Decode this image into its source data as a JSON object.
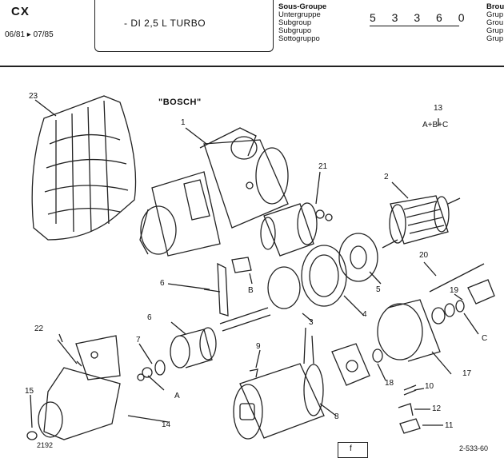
{
  "header": {
    "model": "CX",
    "dates": "06/81 ▸ 07/85",
    "engine": "- DI 2,5 L TURBO",
    "subgroup_labels": [
      "Sous-Groupe",
      "Untergruppe",
      "Subgroup",
      "Subgrupo",
      "Sottogruppo"
    ],
    "subgroup_code": "5 3 3 6 0",
    "right_labels": [
      "Brou",
      "Grup",
      "Grou",
      "Grup",
      "Grup"
    ]
  },
  "diagram": {
    "brand_label": "\"BOSCH\"",
    "part_numbers": [
      "23",
      "1",
      "13",
      "A+B+C",
      "21",
      "2",
      "6",
      "B",
      "20",
      "5",
      "19",
      "6",
      "3",
      "4",
      "C",
      "22",
      "7",
      "9",
      "A",
      "17",
      "18",
      "10",
      "15",
      "14",
      "8",
      "12",
      "11",
      "2192"
    ]
  },
  "footer": {
    "page_mark": "f",
    "reference": "2-533-60"
  }
}
